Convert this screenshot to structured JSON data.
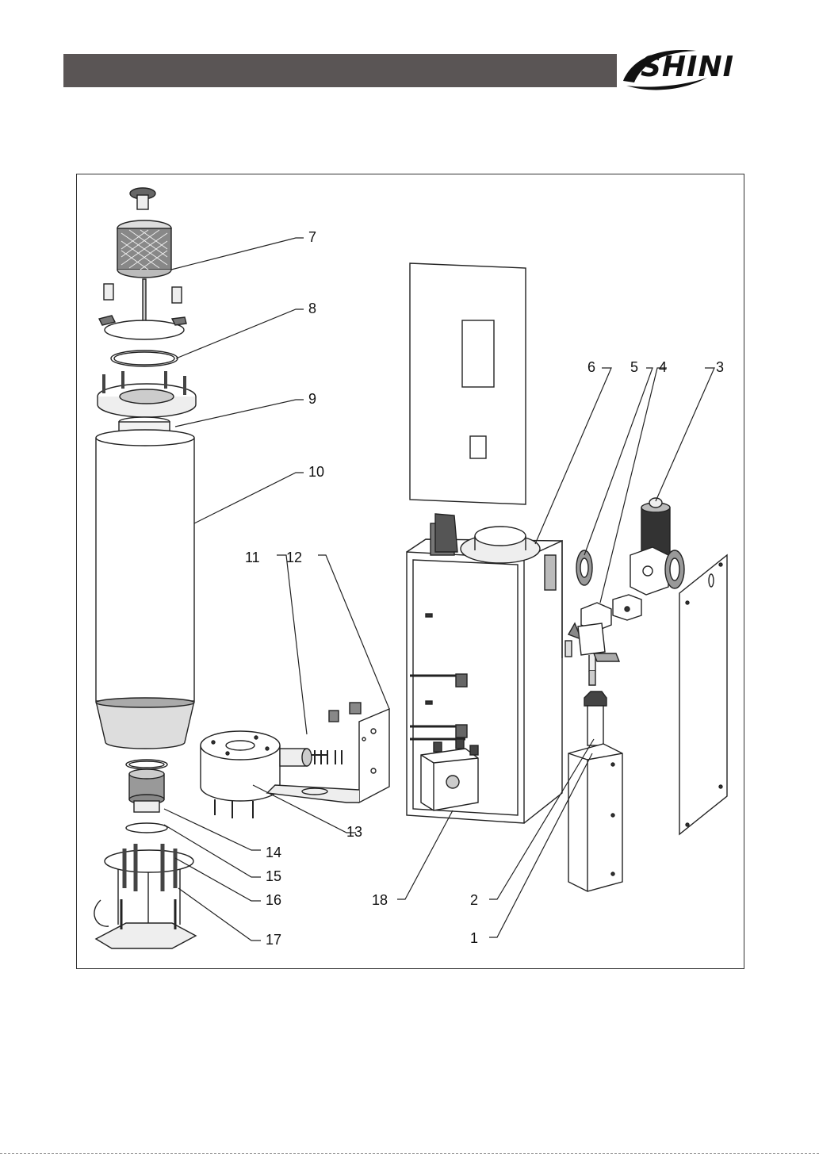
{
  "brand": {
    "name": "SHINI"
  },
  "figure": {
    "callouts": [
      "1",
      "2",
      "3",
      "4",
      "5",
      "6",
      "7",
      "8",
      "9",
      "10",
      "11",
      "12",
      "13",
      "14",
      "15",
      "16",
      "17",
      "18"
    ]
  }
}
